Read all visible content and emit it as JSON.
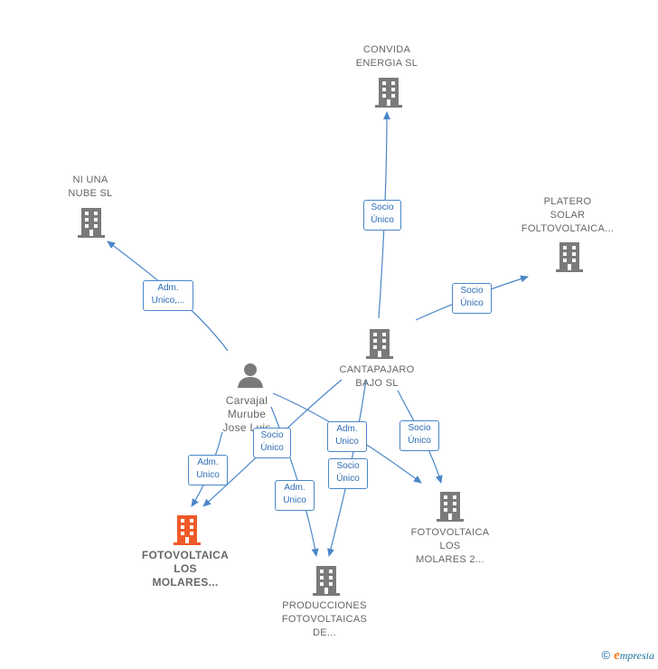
{
  "colors": {
    "edge": "#4a86c8",
    "company_icon": "#7a7a7a",
    "focus_icon": "#f05a28",
    "person_icon": "#7a7a7a",
    "label": "#666666",
    "badge_text": "#2f6db5"
  },
  "nodes": {
    "convida": {
      "label": "CONVIDA\nENERGIA  SL",
      "icon": "building-icon"
    },
    "ni_una_nube": {
      "label": "NI UNA\nNUBE  SL",
      "icon": "building-icon"
    },
    "platero": {
      "label": "PLATERO\nSOLAR\nFOLTOVOLTAICA...",
      "icon": "building-icon"
    },
    "cantapajaro": {
      "label": "CANTAPAJARO\nBAJO  SL",
      "icon": "building-icon"
    },
    "carvajal": {
      "label": "Carvajal\nMurube\nJose Luis",
      "icon": "person-icon"
    },
    "fotovoltaica_molares": {
      "label": "FOTOVOLTAICA\nLOS\nMOLARES...",
      "icon": "building-icon"
    },
    "fotovoltaica_molares2": {
      "label": "FOTOVOLTAICA\nLOS\nMOLARES 2...",
      "icon": "building-icon"
    },
    "producciones": {
      "label": "PRODUCCIONES\nFOTOVOLTAICAS\nDE...",
      "icon": "building-icon"
    }
  },
  "edges": {
    "cant_convida": "Socio\nÚnico",
    "cant_platero": "Socio\nÚnico",
    "carv_niuna": "Adm.\nUnico,...",
    "carv_fotomol": "Adm.\nUnico",
    "cant_fotomol": "Socio\nÚnico",
    "carv_produc": "Adm.\nUnico",
    "carv_fotomol2": "Adm.\nUnico",
    "cant_produc": "Socio\nÚnico",
    "cant_fotomol2": "Socio\nÚnico"
  },
  "footer": {
    "copyright": "©",
    "brand_e": "e",
    "brand_rest": "mpresia"
  }
}
